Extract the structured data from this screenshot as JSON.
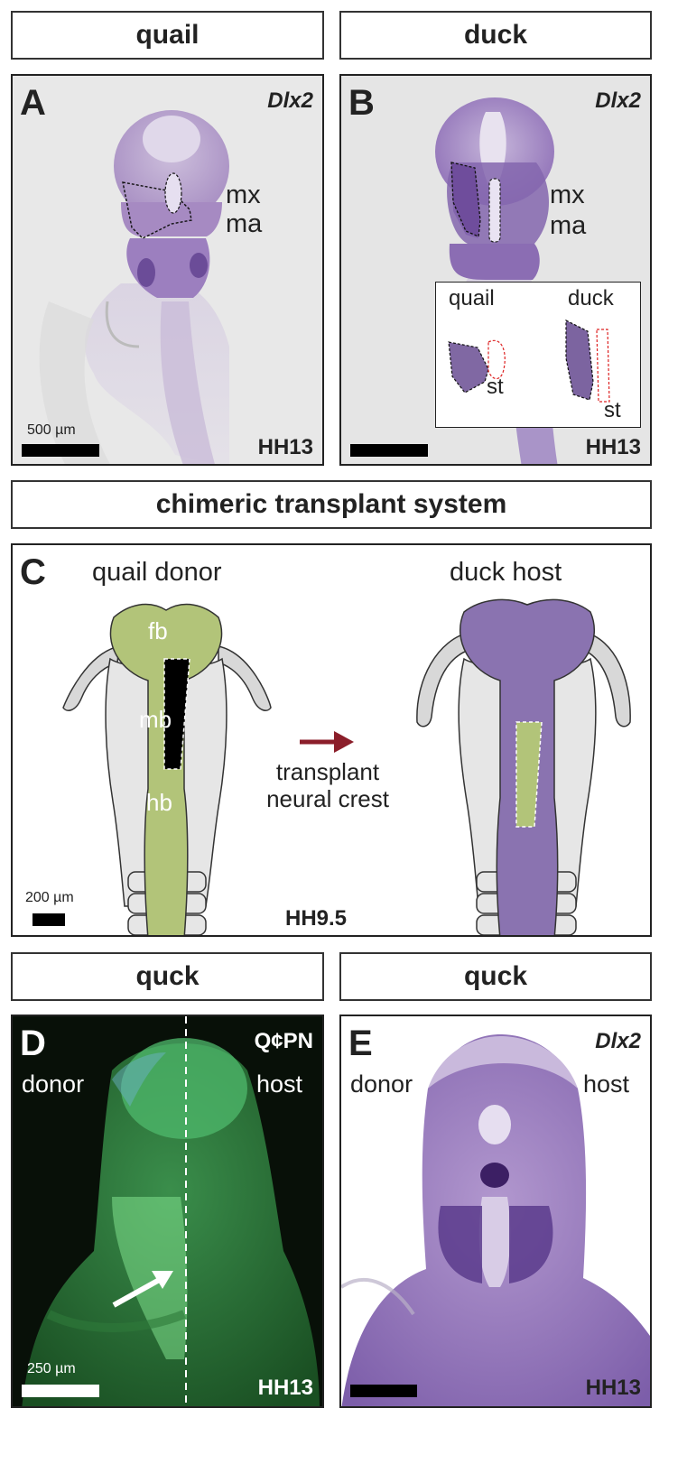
{
  "headers": {
    "quail": "quail",
    "duck": "duck",
    "chimeric": "chimeric transplant system",
    "quck_left": "quck",
    "quck_right": "quck"
  },
  "panelA": {
    "letter": "A",
    "gene": "Dlx2",
    "stage": "HH13",
    "mx": "mx",
    "ma": "ma",
    "scale": "500 µm"
  },
  "panelB": {
    "letter": "B",
    "gene": "Dlx2",
    "stage": "HH13",
    "mx": "mx",
    "ma": "ma",
    "inset": {
      "quail": "quail",
      "duck": "duck",
      "st_quail": "st",
      "st_duck": "st"
    }
  },
  "panelC": {
    "letter": "C",
    "donor_title": "quail donor",
    "host_title": "duck host",
    "fb": "fb",
    "mb": "mb",
    "hb": "hb",
    "arrow_line1": "transplant",
    "arrow_line2": "neural crest",
    "scale": "200 µm",
    "stage": "HH9.5"
  },
  "panelD": {
    "letter": "D",
    "marker": "Q¢PN",
    "donor": "donor",
    "host": "host",
    "scale": "250 µm",
    "stage": "HH13"
  },
  "panelE": {
    "letter": "E",
    "gene": "Dlx2",
    "donor": "donor",
    "host": "host",
    "stage": "HH13"
  },
  "colors": {
    "quail_green": "#b2c479",
    "duck_purple": "#8a73b0",
    "stain": "#6c4a9a",
    "gfp": "#3fa64d",
    "arrow_red": "#8b1e2a"
  }
}
